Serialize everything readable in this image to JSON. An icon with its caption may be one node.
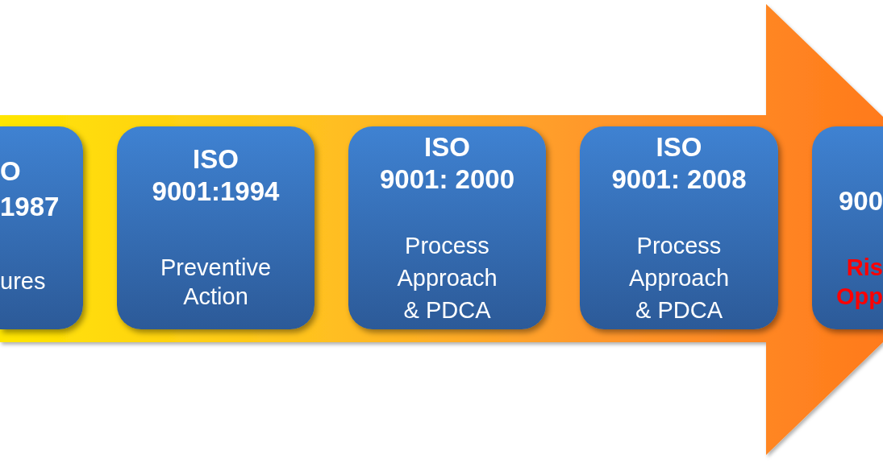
{
  "diagram": {
    "nodes": [
      {
        "text": [
          "O 1987",
          "ures"
        ]
      },
      {
        "text": [
          "ISO 9001:1994",
          "Preventive Action"
        ]
      },
      {
        "text": [
          "ISO 9001: 2000",
          "Process Approach & PDCA"
        ]
      },
      {
        "text": [
          "ISO 9001: 2008",
          "Process Approach & PDCA"
        ]
      },
      {
        "text": [
          "900",
          "Ris Opp"
        ]
      }
    ]
  }
}
